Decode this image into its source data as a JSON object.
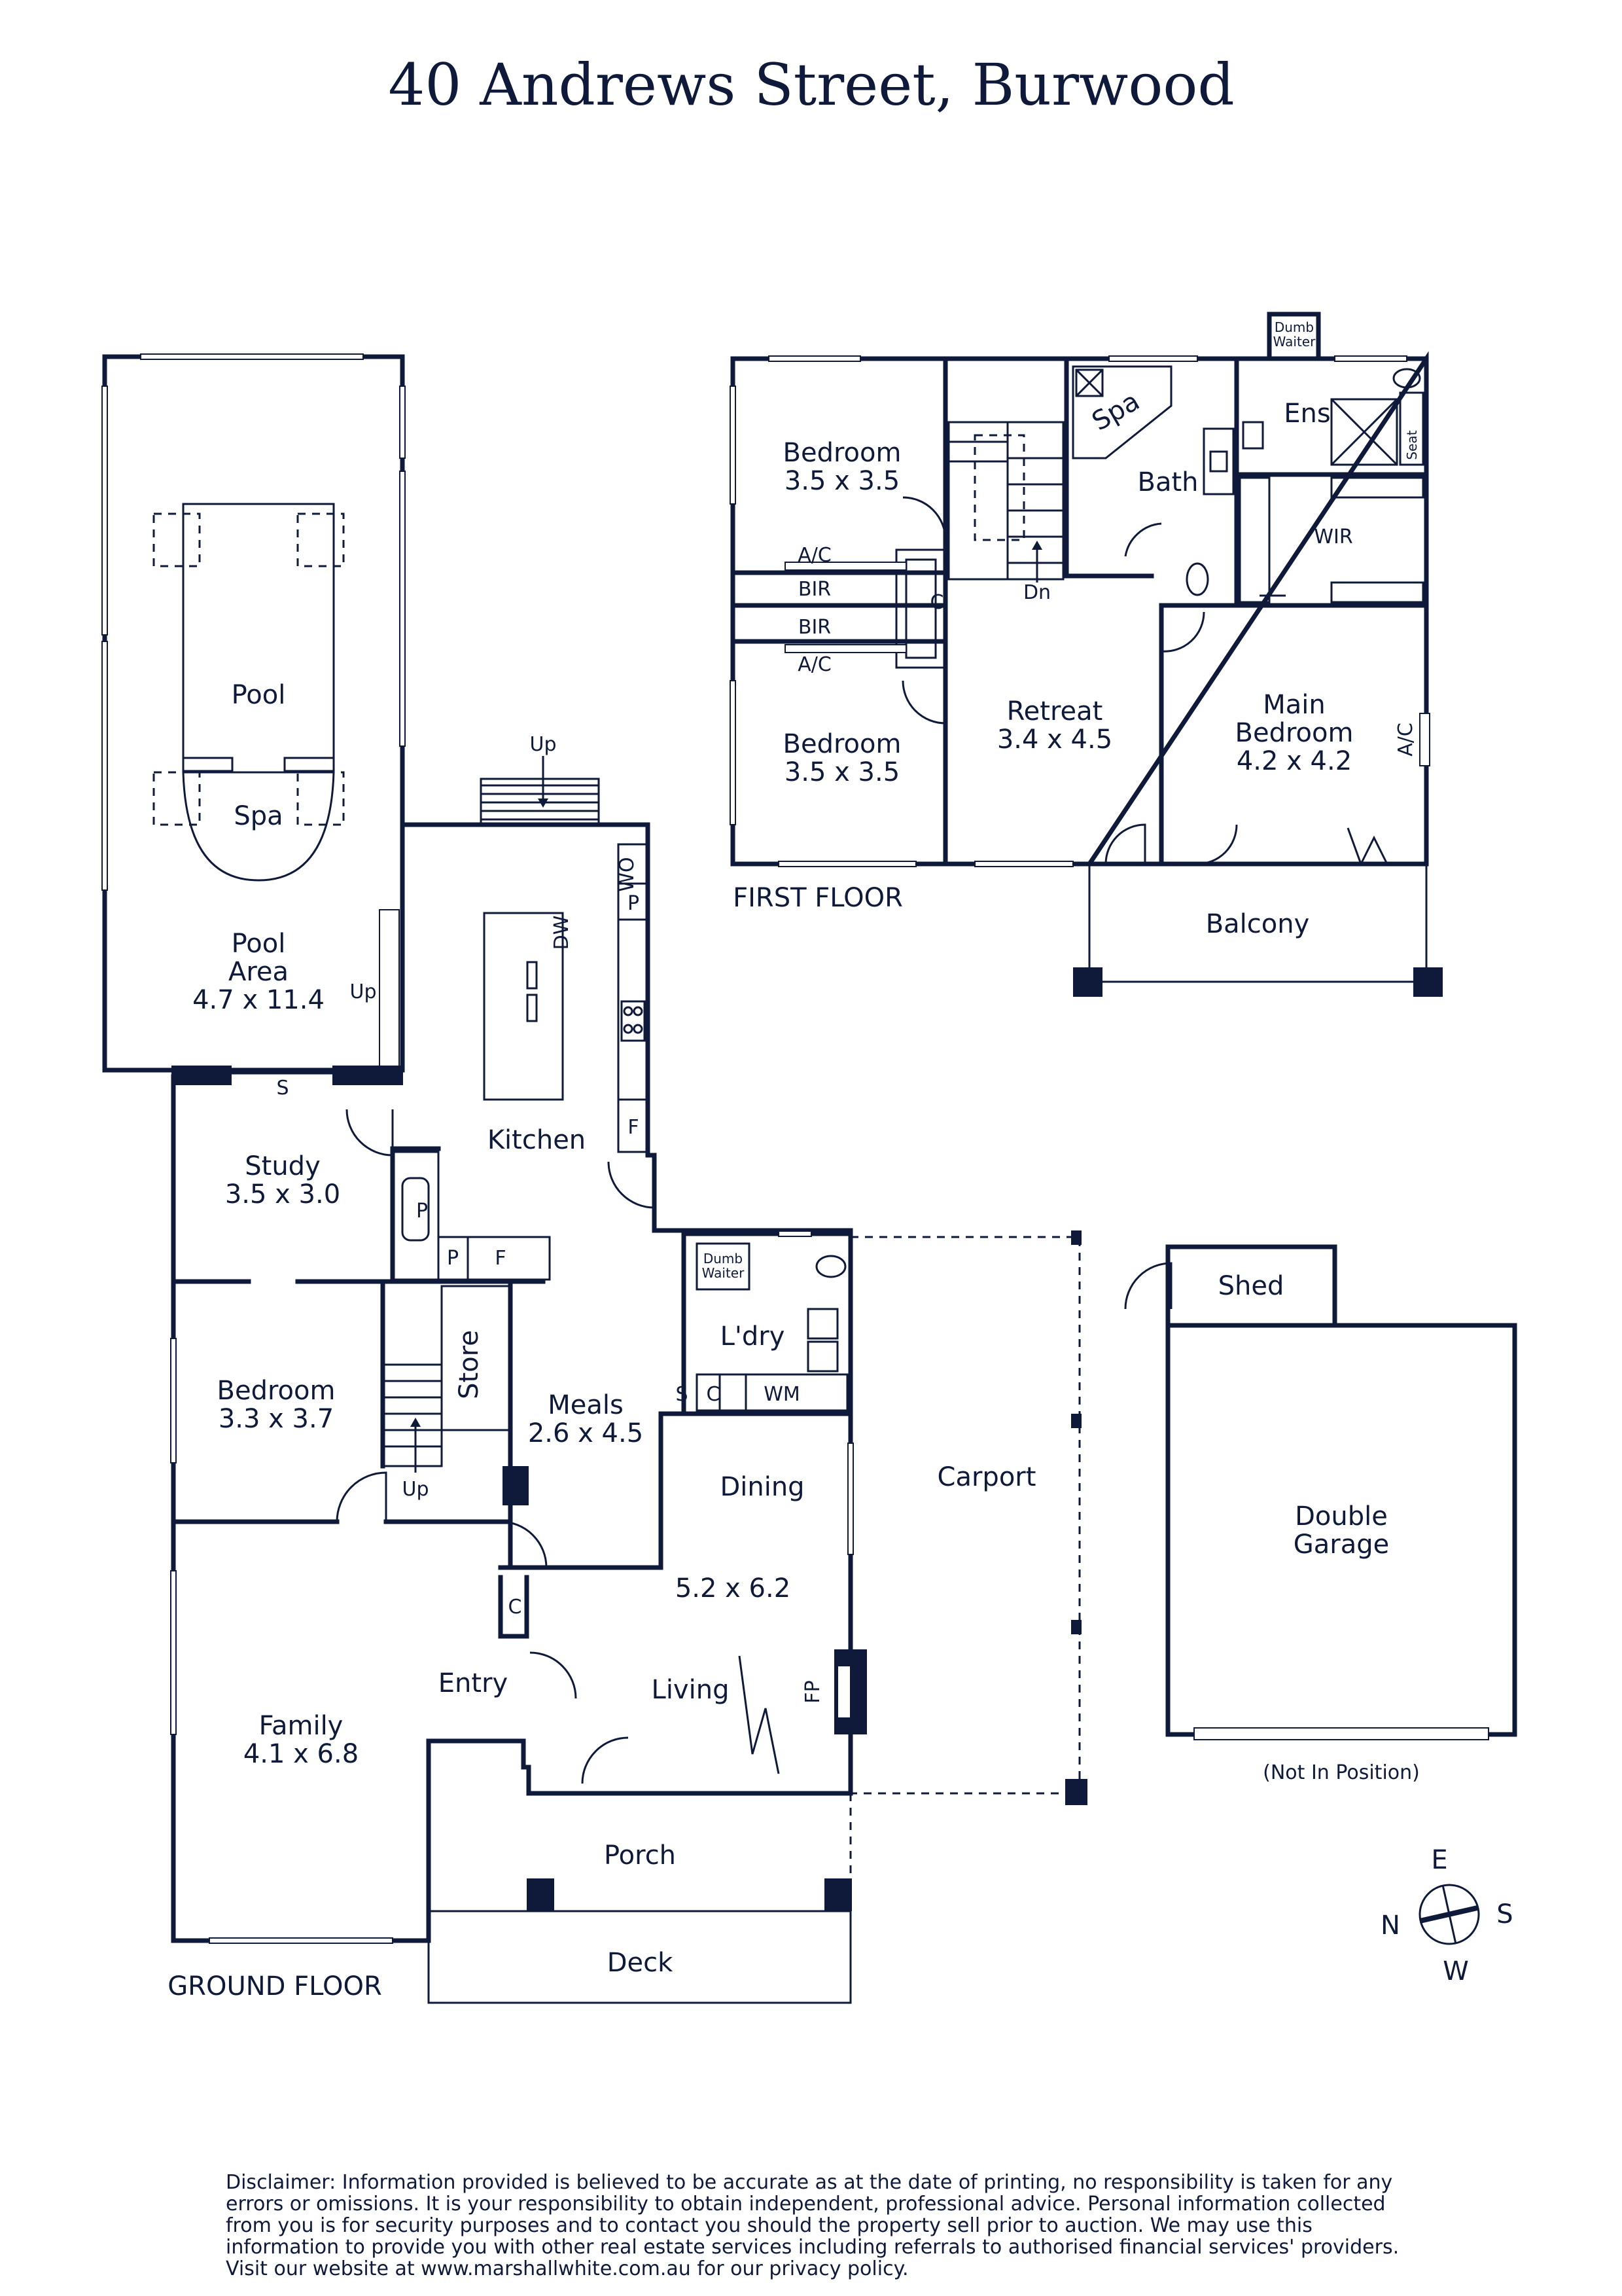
{
  "title": "40 Andrews Street, Burwood",
  "floors": {
    "ground": "GROUND FLOOR",
    "first": "FIRST FLOOR"
  },
  "rooms": {
    "pool_area": [
      "Pool",
      "Area",
      "4.7 x 11.4"
    ],
    "pool": "Pool",
    "spa": "Spa",
    "study": [
      "Study",
      "3.5 x 3.0"
    ],
    "kitchen": "Kitchen",
    "bedroom_ground": [
      "Bedroom",
      "3.3 x 3.7"
    ],
    "store": "Store",
    "meals": [
      "Meals",
      "2.6 x 4.5"
    ],
    "laundry": "L'dry",
    "dining": "Dining",
    "dining_living_size": "5.2 x 6.2",
    "living": "Living",
    "entry": "Entry",
    "family": [
      "Family",
      "4.1 x 6.8"
    ],
    "porch": "Porch",
    "deck": "Deck",
    "carport": "Carport",
    "shed": "Shed",
    "garage": [
      "Double",
      "Garage"
    ],
    "not_in_position": "(Not In Position)",
    "bedroom_1": [
      "Bedroom",
      "3.5 x 3.5"
    ],
    "bedroom_2": [
      "Bedroom",
      "3.5 x 3.5"
    ],
    "retreat": [
      "Retreat",
      "3.4 x 4.5"
    ],
    "main_bedroom": [
      "Main",
      "Bedroom",
      "4.2 x 4.2"
    ],
    "bath": "Bath",
    "spa_bath": "Spa",
    "ensuite": "Ens",
    "wir": "WIR",
    "balcony": "Balcony"
  },
  "small_labels": {
    "up": "Up",
    "dn": "Dn",
    "s": "S",
    "c": "C",
    "p": "P",
    "f": "F",
    "wo": "WO",
    "dw": "DW",
    "wm": "WM",
    "fp": "FP",
    "ac": "A/C",
    "bir": "BIR",
    "seat": "Seat",
    "dumb_waiter": [
      "Dumb",
      "Waiter"
    ]
  },
  "compass": {
    "e": "E",
    "s": "S",
    "w": "W",
    "n": "N"
  },
  "disclaimer": "Disclaimer: Information provided is believed to be accurate as at the date of printing, no responsibility is taken for any errors or omissions. It is your responsibility to obtain independent, professional advice. Personal information collected from you is for security purposes and to contact you should the property sell prior to auction. We may use this information to provide you with other real estate services including referrals to authorised financial services' providers. Visit our website at www.marshallwhite.com.au for our privacy policy."
}
